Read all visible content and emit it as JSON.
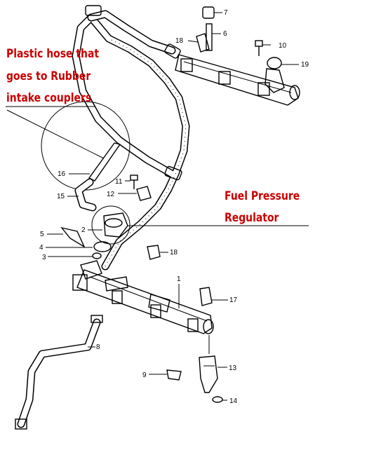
{
  "annotations": {
    "plastic_hose": [
      "Plastic hose that",
      "goes to Rubber",
      "intake couplers"
    ],
    "regulator": [
      "Fuel Pressure",
      "Regulator"
    ]
  },
  "callouts": {
    "c1": "1",
    "c2": "2",
    "c3": "3",
    "c4": "4",
    "c5": "5",
    "c6": "6",
    "c7": "7",
    "c8": "8",
    "c9": "9",
    "c10": "10",
    "c11": "11",
    "c12": "12",
    "c13": "13",
    "c14": "14",
    "c15": "15",
    "c16": "16",
    "c17": "17",
    "c18a": "18",
    "c18b": "18",
    "c19": "19"
  },
  "colors": {
    "annotation": "#cc0000",
    "line_art": "#000000"
  }
}
